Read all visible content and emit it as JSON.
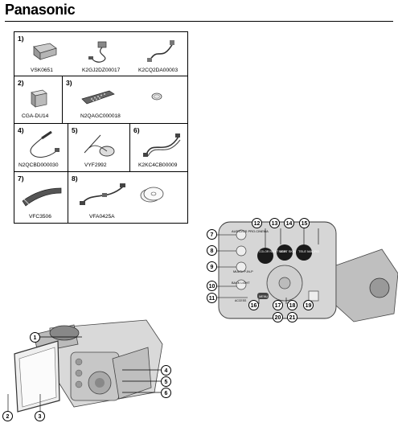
{
  "header": {
    "brand": "Panasonic"
  },
  "accessories": {
    "row1": {
      "num": "1)",
      "items": [
        "VSK0651",
        "K2GJ2DZ00017",
        "K2CQ2DA00003"
      ]
    },
    "row2a": {
      "num": "2)",
      "items": [
        "CGA-DU14"
      ]
    },
    "row2b": {
      "num": "3)",
      "items": [
        "N2QAGC000018"
      ]
    },
    "row3a": {
      "num": "4)",
      "items": [
        "N2QCBD000030"
      ]
    },
    "row3b": {
      "num": "5)",
      "items": [
        "VYF2992"
      ]
    },
    "row3c": {
      "num": "6)",
      "items": [
        "K2KC4CB00009"
      ]
    },
    "row4a": {
      "num": "7)",
      "items": [
        "VFC3506"
      ]
    },
    "row4b": {
      "num": "8)",
      "items": [
        "VFA0425A"
      ]
    }
  },
  "camera_left": {
    "callouts": [
      "1",
      "2",
      "3",
      "4",
      "5",
      "6"
    ]
  },
  "camera_right": {
    "callouts": [
      "7",
      "8",
      "9",
      "10",
      "11",
      "12",
      "13",
      "14",
      "15",
      "16",
      "17",
      "18",
      "19",
      "20",
      "21"
    ],
    "button_labels": [
      "AUDIO/CS PRO.CINEMA",
      "COLOR NIGHT VIEW",
      "SOFT SKIN",
      "TELE MACRO",
      "MULTI/ P-IN-P",
      "BACK LIGHT",
      "MENU",
      "ACCESS"
    ]
  }
}
